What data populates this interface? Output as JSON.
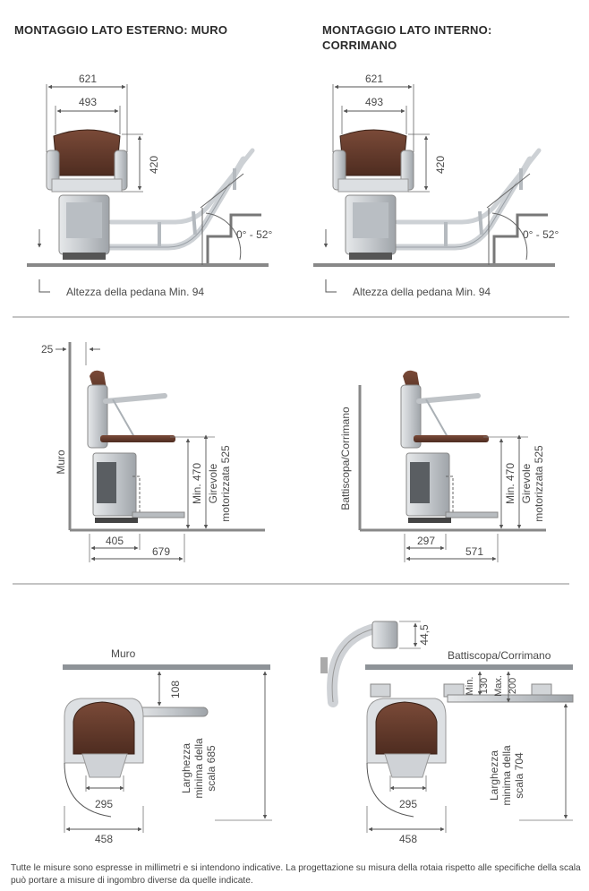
{
  "titles": {
    "left": "MONTAGGIO LATO ESTERNO: MURO",
    "right_line1": "MONTAGGIO LATO INTERNO:",
    "right_line2": "CORRIMANO"
  },
  "top_dims": {
    "width_outer": "621",
    "width_inner": "493",
    "seat_height": "420",
    "angle": "0° - 52°",
    "platform_note": "Altezza della pedana Min. 94"
  },
  "side_left": {
    "offset": "25",
    "wall_label": "Muro",
    "depth_a": "405",
    "depth_b": "679",
    "min_height": "Min. 470",
    "swivel_line1": "Girevole",
    "swivel_line2": "motorizzata 525"
  },
  "side_right": {
    "wall_label": "Battiscopa/Corrimano",
    "depth_a": "297",
    "depth_b": "571",
    "min_height": "Min. 470",
    "swivel_line1": "Girevole",
    "swivel_line2": "motorizzata 525"
  },
  "plan_left": {
    "wall_label": "Muro",
    "rail_offset": "108",
    "seat_width": "295",
    "total_width": "458",
    "stair_line1": "Larghezza",
    "stair_line2": "minima della",
    "stair_line3": "scala 685"
  },
  "plan_right": {
    "wall_label": "Battiscopa/Corrimano",
    "top_offset": "44,5",
    "min_label": "Min.",
    "min_value": "130",
    "max_label": "Max.",
    "max_value": "200",
    "seat_width": "295",
    "total_width": "458",
    "stair_line1": "Larghezza",
    "stair_line2": "minima della",
    "stair_line3": "scala 704"
  },
  "footer": {
    "note": "Tutte le misure sono espresse in millimetri e si intendono indicative. La progettazione su misura della rotaia rispetto alle specifiche della scala può portare a misure di ingombro diverse da quelle indicate."
  },
  "colors": {
    "seat_brown": "#6b4030",
    "seat_brown_dark": "#4a2a1e",
    "metal": "#c9ccd0",
    "metal_dark": "#8e9398",
    "floor": "#8a8a8a",
    "dim_line": "#555555"
  }
}
